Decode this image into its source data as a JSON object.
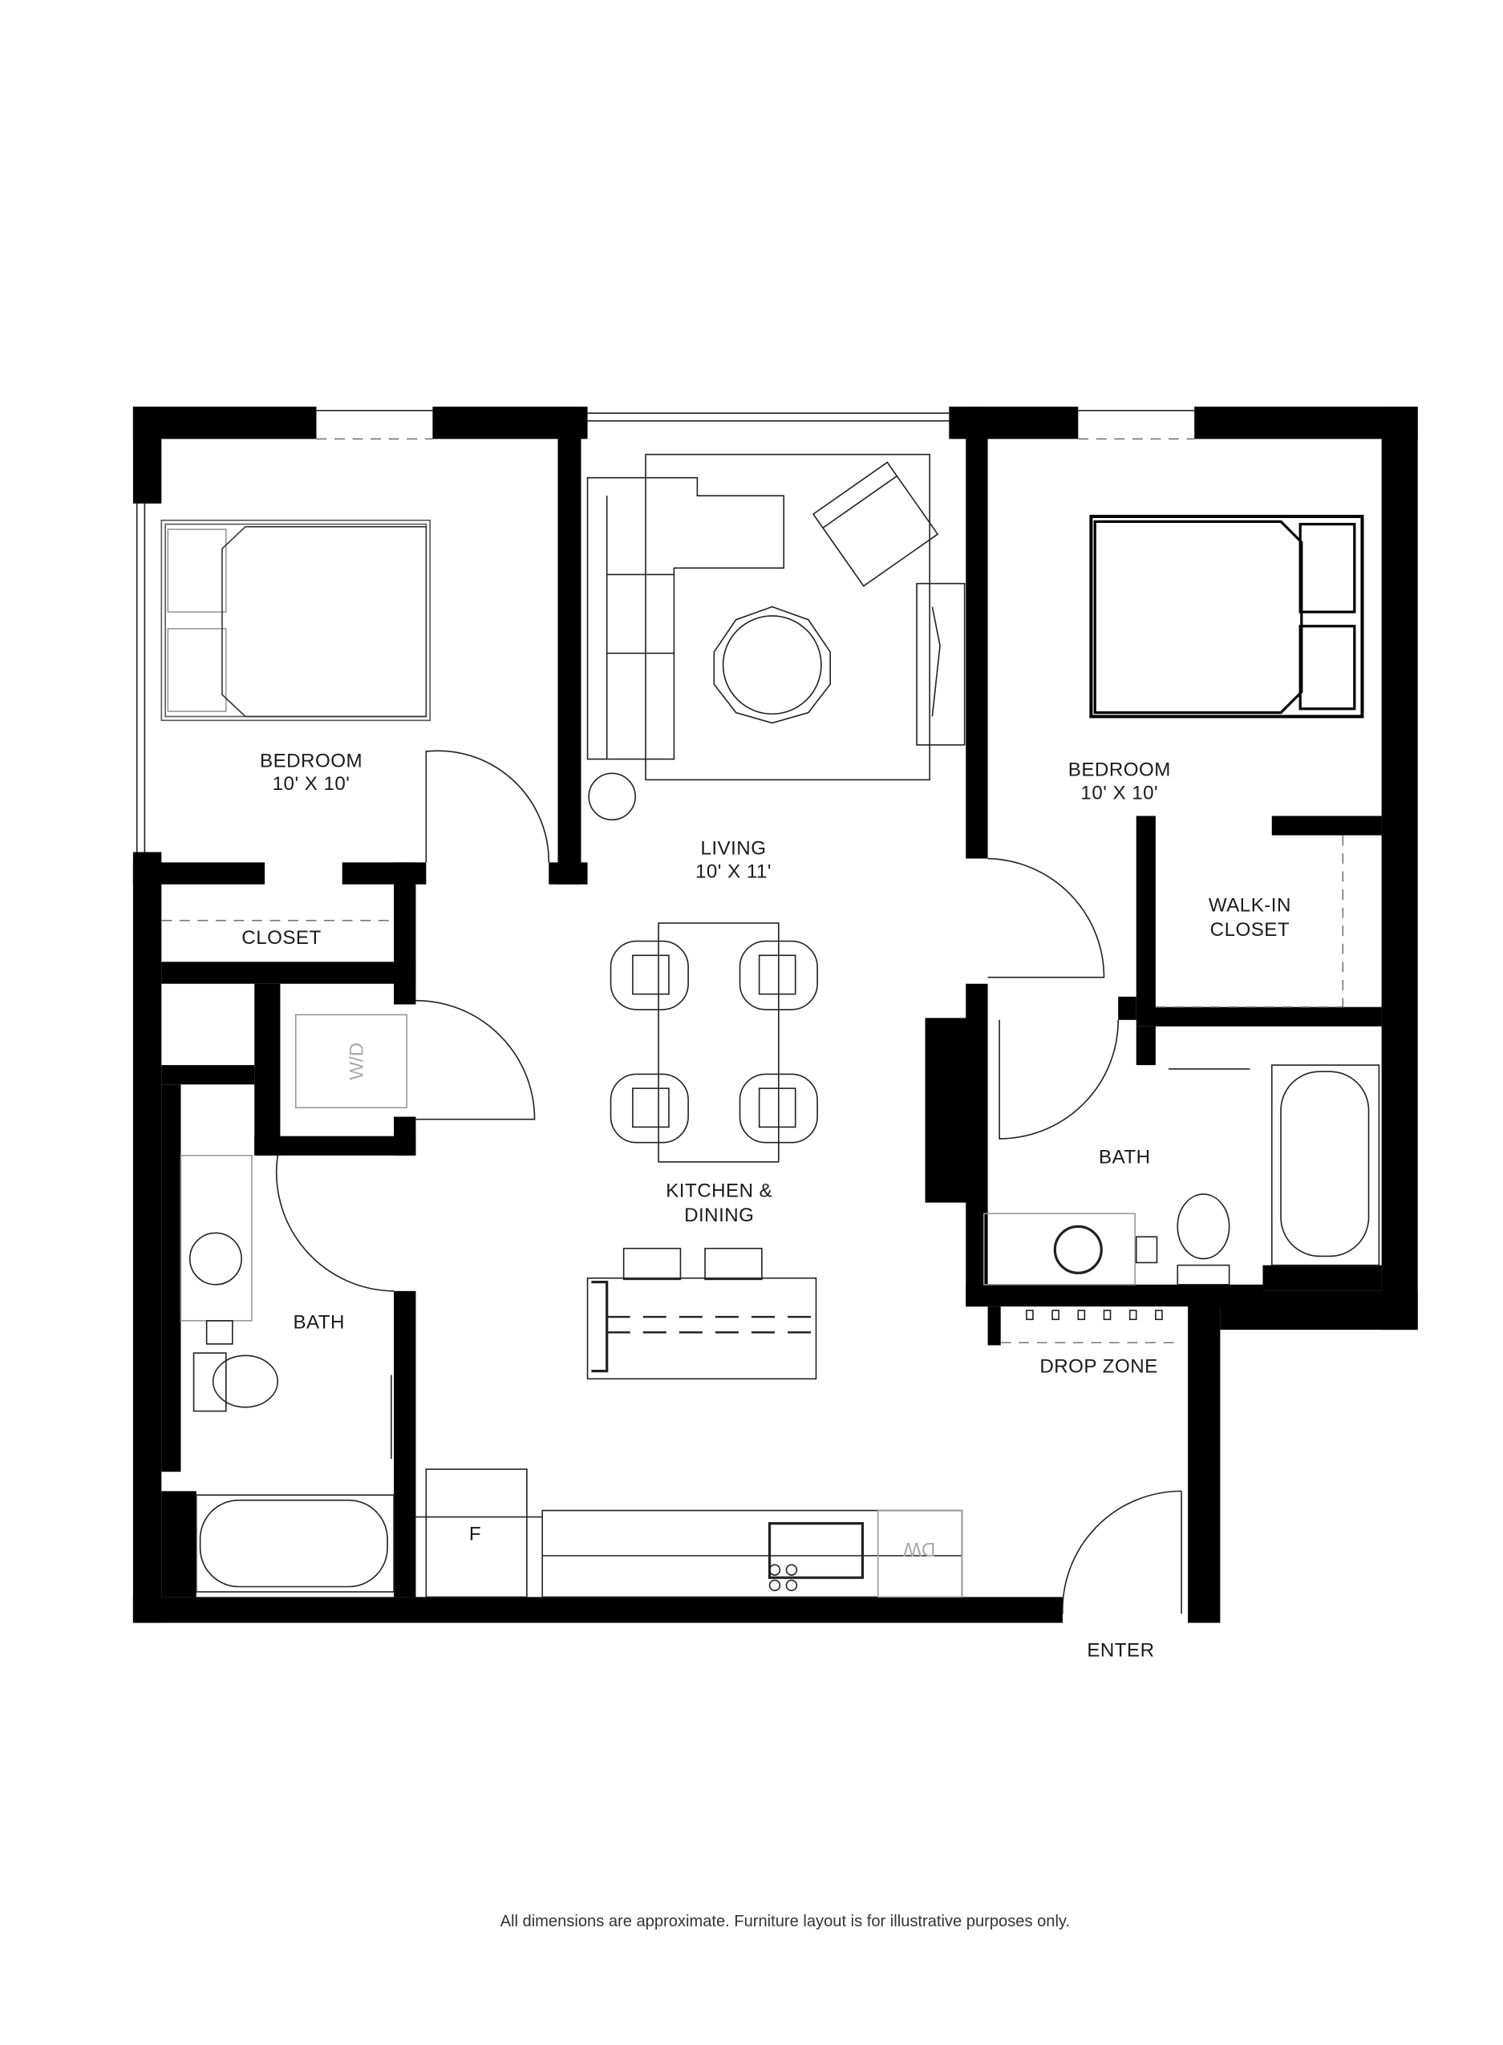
{
  "rooms": {
    "bedroom_left": {
      "name": "BEDROOM",
      "size": "10' X 10'"
    },
    "bedroom_right": {
      "name": "BEDROOM",
      "size": "10' X 10'"
    },
    "living": {
      "name": "LIVING",
      "size": "10' X 11'"
    },
    "kitchen": {
      "line1": "KITCHEN &",
      "line2": "DINING"
    },
    "closet": "CLOSET",
    "walkin": {
      "line1": "WALK-IN",
      "line2": "CLOSET"
    },
    "bath_left": "BATH",
    "bath_right": "BATH",
    "drop_zone": "DROP ZONE",
    "enter": "ENTER"
  },
  "appliances": {
    "washer_dryer": "W/D",
    "fridge": "F",
    "dishwasher": "DW"
  },
  "footer_note": "All dimensions are approximate. Furniture layout is for illustrative purposes only."
}
